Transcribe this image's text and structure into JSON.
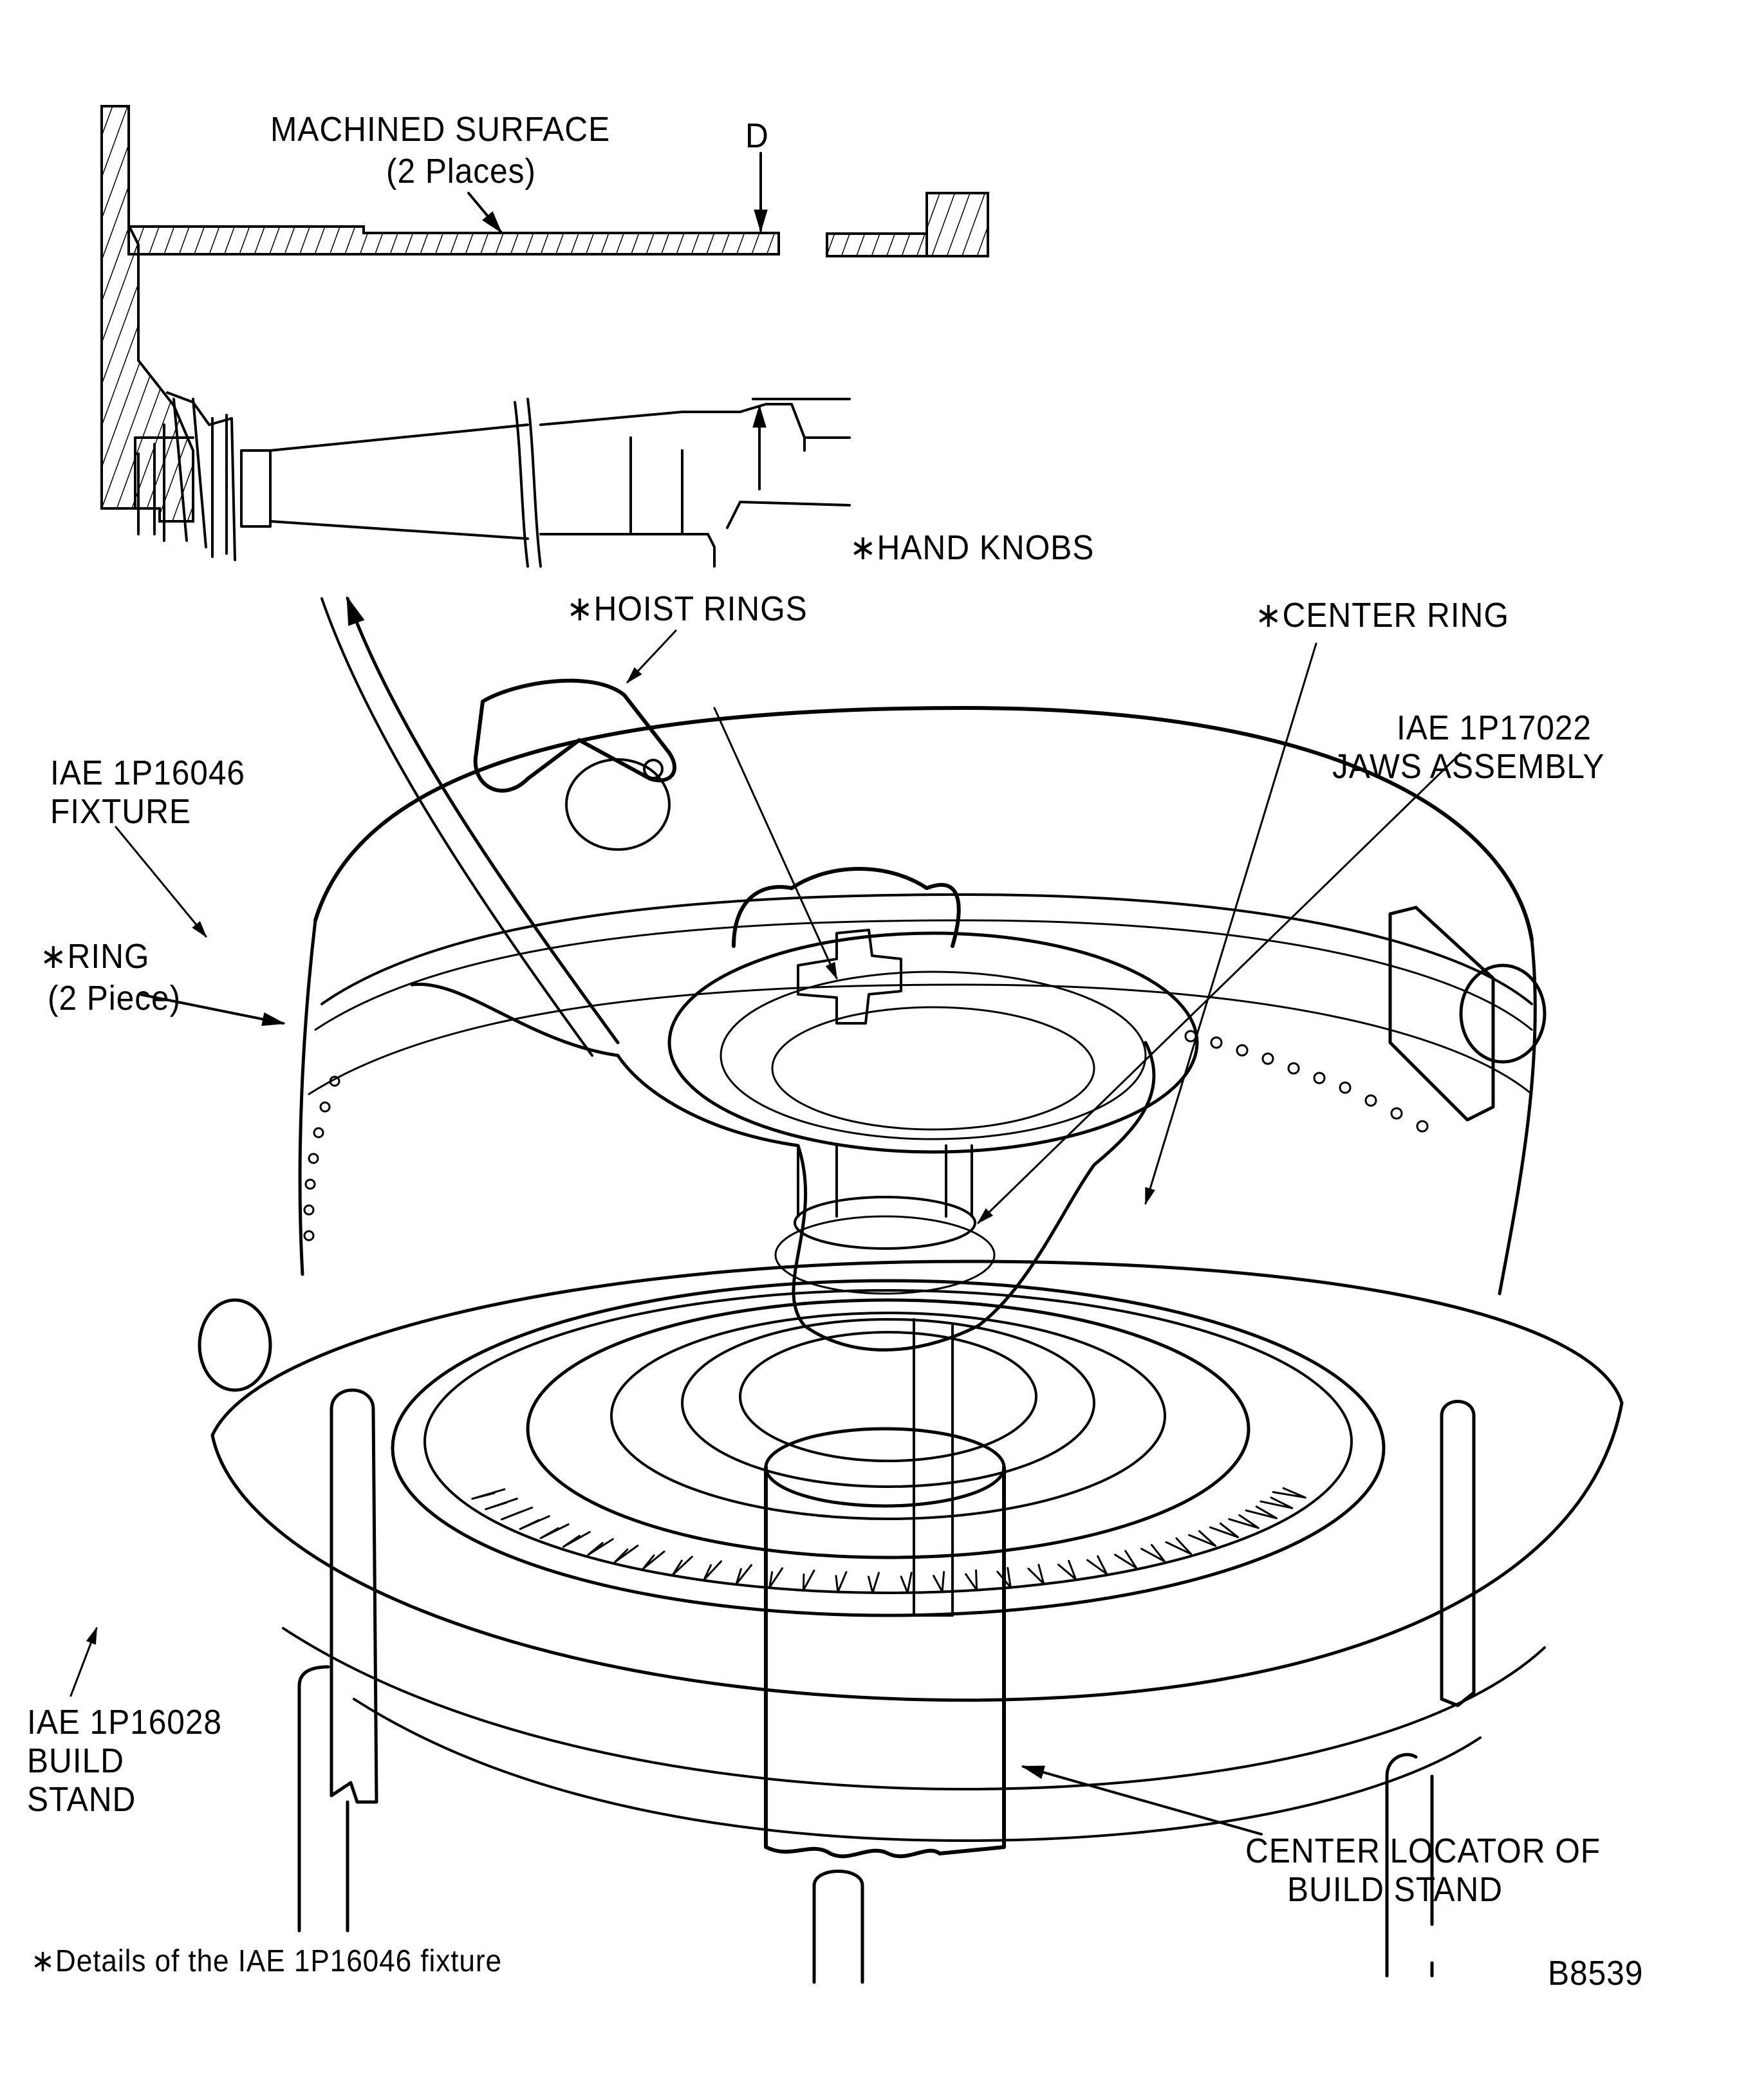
{
  "figure": {
    "id": "B8539",
    "footnote": "∗Details of the IAE 1P16046 fixture",
    "colors": {
      "ink": "#000000",
      "paper": "#ffffff"
    }
  },
  "section_view": {
    "machined_surface": {
      "line1": "MACHINED SURFACE",
      "line2": "(2 Places)"
    },
    "dimension_label": "D"
  },
  "callouts": {
    "hand_knobs": "∗HAND KNOBS",
    "hoist_rings": "∗HOIST RINGS",
    "center_ring": "∗CENTER RING",
    "jaws_assembly": {
      "line1": "IAE 1P17022",
      "line2": "JAWS ASSEMBLY"
    },
    "fixture": {
      "line1": "IAE 1P16046",
      "line2": "FIXTURE"
    },
    "ring": {
      "line1": "∗RING",
      "line2": "(2 Piece)"
    },
    "build_stand": {
      "line1": "IAE 1P16028",
      "line2": "BUILD",
      "line3": "STAND"
    },
    "center_locator": {
      "line1": "CENTER LOCATOR OF",
      "line2": "BUILD STAND"
    }
  }
}
